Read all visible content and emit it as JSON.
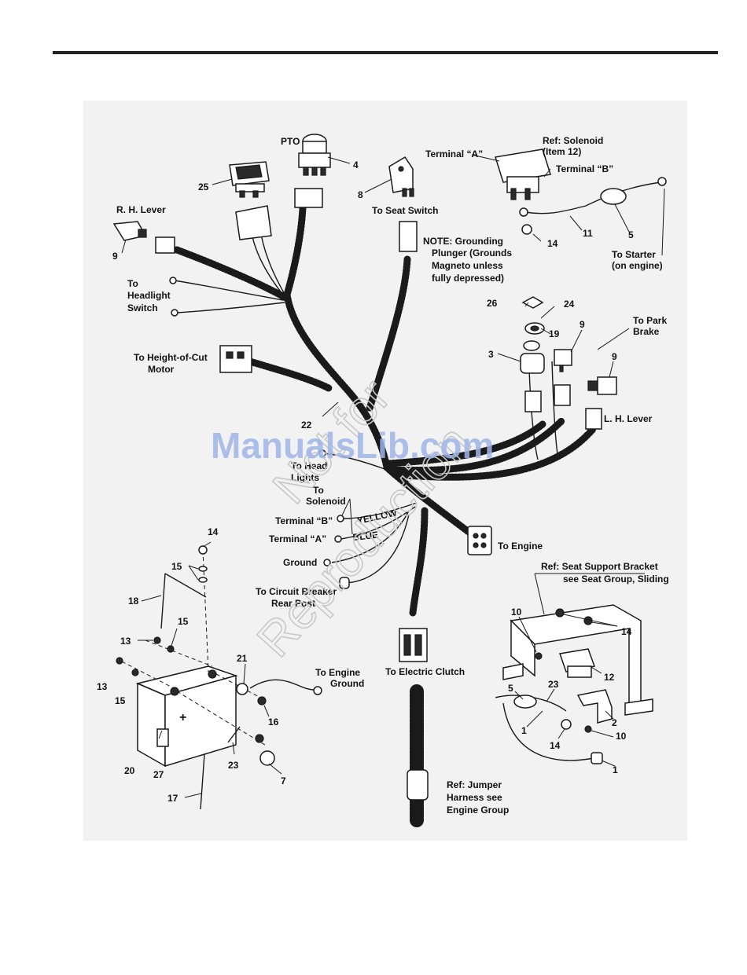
{
  "labels": {
    "pto": "PTO",
    "ref_solenoid": "Ref: Solenoid",
    "item_12": "(Item 12)",
    "terminal_a_top": "Terminal “A”",
    "terminal_b_top": "Terminal “B”",
    "rh_lever": "R. H. Lever",
    "to_seat_switch": "To Seat Switch",
    "note_1": "NOTE: Grounding",
    "note_2": "Plunger (Grounds",
    "note_3": "Magneto unless",
    "note_4": "fully depressed)",
    "to_starter_1": "To Starter",
    "to_starter_2": "(on engine)",
    "headlight_1": "To",
    "headlight_2": "Headlight",
    "headlight_3": "Switch",
    "hoc_1": "To Height-of-Cut",
    "hoc_2": "Motor",
    "park_1": "To Park",
    "park_2": "Brake",
    "lh_lever": "L. H. Lever",
    "head_lights_1": "To Head",
    "head_lights_2": "Lights",
    "to_solenoid_1": "To",
    "to_solenoid_2": "Solenoid",
    "terminal_b_mid": "Terminal “B”",
    "terminal_a_mid": "Terminal “A”",
    "yellow": "YELLOW",
    "blue": "BLUE",
    "to_engine": "To Engine",
    "ground": "Ground",
    "cb_1": "To Circuit Breaker",
    "cb_2": "Rear Post",
    "seat_bracket_1": "Ref: Seat Support Bracket",
    "seat_bracket_2": "see  Seat Group, Sliding",
    "engine_ground_1": "To Engine",
    "engine_ground_2": "Ground",
    "to_electric_clutch": "To  Electric Clutch",
    "jumper_1": "Ref: Jumper",
    "jumper_2": "Harness see",
    "jumper_3": "Engine Group"
  },
  "callouts": {
    "n4": "4",
    "n25": "25",
    "n8": "8",
    "n9a": "9",
    "n11": "11",
    "n5a": "5",
    "n14a": "14",
    "n26": "26",
    "n24": "24",
    "n19": "19",
    "n3": "3",
    "n9b": "9",
    "n9c": "9",
    "n22": "22",
    "n14b": "14",
    "n15a": "15",
    "n18": "18",
    "n15b": "15",
    "n13a": "13",
    "n13b": "13",
    "n15c": "15",
    "n21": "21",
    "n16": "16",
    "n20": "20",
    "n27": "27",
    "n23a": "23",
    "n7": "7",
    "n17": "17",
    "n10a": "10",
    "n14c": "14",
    "n12": "12",
    "n23b": "23",
    "n5b": "5",
    "n2": "2",
    "n1a": "1",
    "n14d": "14",
    "n10b": "10",
    "n1b": "1"
  },
  "watermark": {
    "site": "ManualsLib.com",
    "line1": "Not for",
    "line2": "Reproduction"
  },
  "battery_symbol": "+"
}
